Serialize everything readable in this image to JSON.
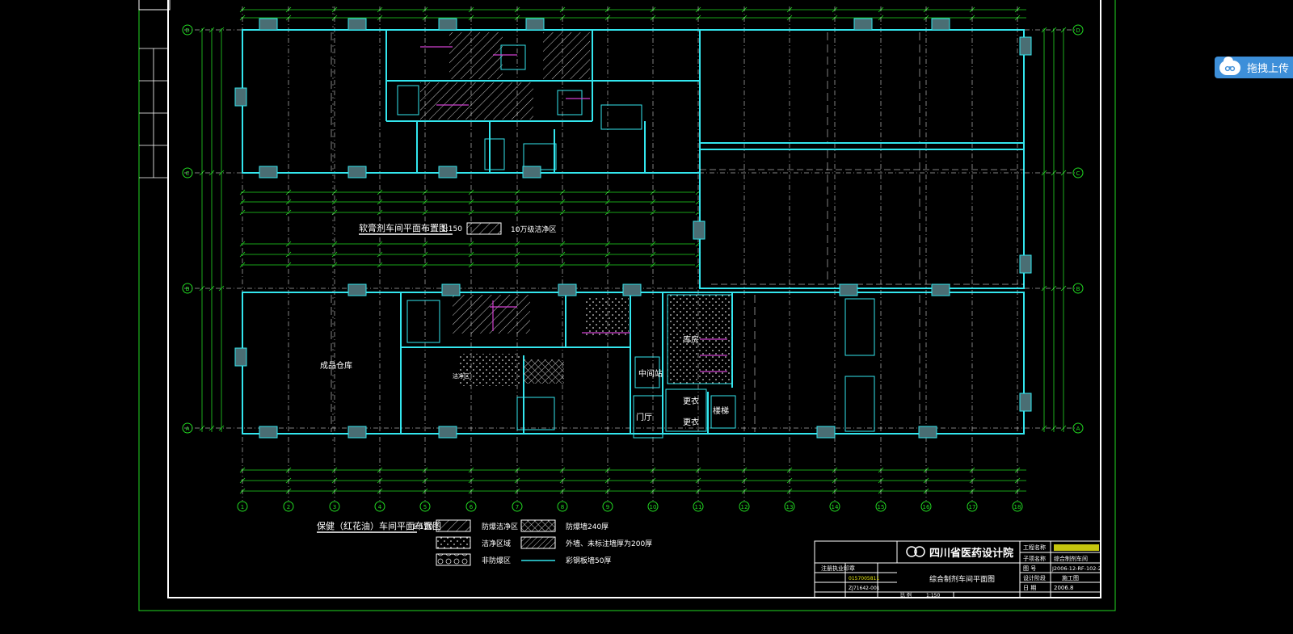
{
  "upload": {
    "label": "拖拽上传",
    "icon": "cloud-upload-icon"
  },
  "drawing": {
    "upper_plan_title": "软膏剂车间平面布置图",
    "upper_plan_scale": "1:150",
    "upper_legend": "10万级洁净区",
    "lower_plan_title": "保健（红花油）车间平面布置图",
    "lower_plan_scale": "1:150",
    "left_legend": [
      {
        "label": "防爆洁净区",
        "pattern": "hatch"
      },
      {
        "label": "洁净区域",
        "pattern": "dots"
      },
      {
        "label": "非防爆区",
        "pattern": "circles"
      }
    ],
    "right_legend": [
      {
        "label": "防爆墙240厚",
        "pattern": "crosshatch"
      },
      {
        "label": "外墙、未标注墙厚为200厚",
        "pattern": "dense-hatch"
      },
      {
        "label": "彩钢板墙50厚",
        "pattern": "line"
      }
    ],
    "room_labels": [
      "成品仓库",
      "库房",
      "门厅",
      "更衣",
      "楼梯",
      "中间站",
      "更衣",
      "洁净区"
    ],
    "axis_numbers": [
      "1",
      "2",
      "3",
      "4",
      "5",
      "6",
      "7",
      "8",
      "9",
      "10",
      "11",
      "12",
      "13",
      "14",
      "15",
      "16",
      "17",
      "18"
    ],
    "axis_letters": [
      "D",
      "C",
      "B",
      "A"
    ],
    "title_block": {
      "institute": "四川省医药设计院",
      "drawing_name": "综合制剂车间平面图",
      "project_label": "工程名称",
      "item_label": "子项名称",
      "item_value": "综合制剂车间",
      "drawing_no_label": "图 号",
      "drawing_no": "J2006-12-RF-102-2",
      "stage_label": "设计阶段",
      "stage_value": "施工图",
      "scale_label": "比 例",
      "scale_value": "1:150",
      "date_label": "日 期",
      "date_value": "2006.8",
      "cert_label": "注册执业印章",
      "cert_no": "0157005811",
      "reg_no": "ZJ71642-001"
    }
  },
  "colors": {
    "wall": "#33e6ee",
    "dim": "#22d822",
    "hatch": "#d0d0d0",
    "magenta": "#d040d0",
    "frame": "#ffffff",
    "yellow": "#e8e810",
    "upload_bg": "#3d8fd9"
  }
}
